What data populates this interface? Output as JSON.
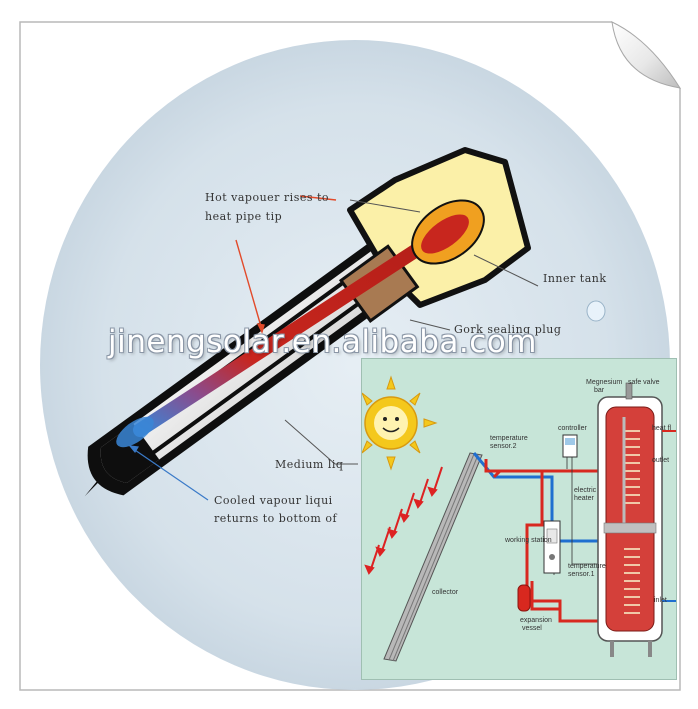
{
  "colors": {
    "background_circle": "#d7e3ec",
    "heat_pipe_red": "#c8261e",
    "cooled_blue": "#3a86d6",
    "insulation": "#fbf0a8",
    "plug": "#a87a52",
    "inset_bg": "#c7e5d8",
    "sun_yellow": "#f4c81c"
  },
  "tube_labels": {
    "hot_vapour_line1": "Hot vapouer rises to",
    "hot_vapour_line2": "heat pipe tip",
    "inner_tank": "Inner tank",
    "cork_plug": "Gork sealing plug",
    "medium_liquid": "Medium liq",
    "cooled_line1": "Cooled vapour liqui",
    "cooled_line2": "returns to bottom of"
  },
  "watermark": "jinengsolar.en.alibaba.com",
  "system_labels": {
    "magnesium_bar_1": "Megnesium",
    "magnesium_bar_2": "bar",
    "safe_valve": "safe valve",
    "heat_fl": "heat fl",
    "outlet": "outlet",
    "temp_sensor2_1": "temperature",
    "temp_sensor2_2": "sensor.2",
    "controller": "controller",
    "electric_heater_1": "electric",
    "electric_heater_2": "heater",
    "working_station": "working station",
    "temp_sensor1_1": "temperature",
    "temp_sensor1_2": "sensor.1",
    "collector": "collector",
    "expansion_1": "expansion",
    "expansion_2": "vessel",
    "inlet": "inlet"
  }
}
